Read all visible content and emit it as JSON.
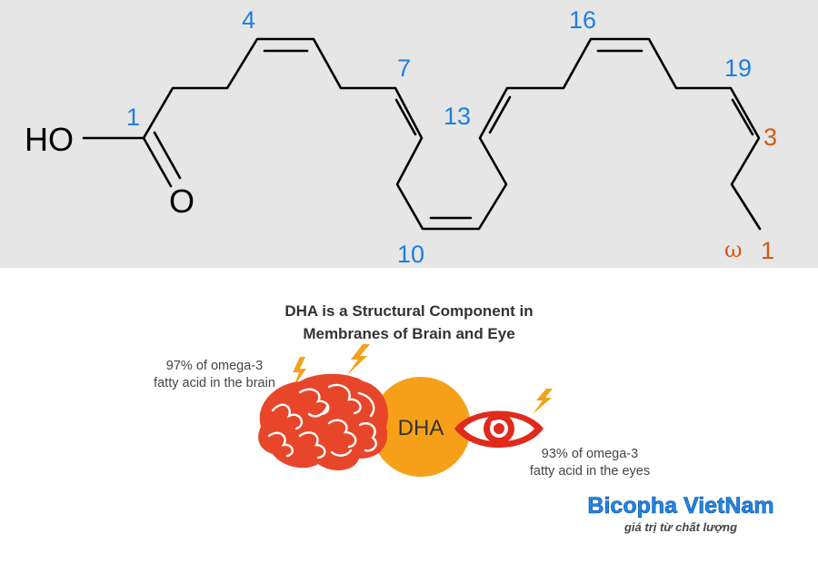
{
  "structure": {
    "atoms": {
      "hydroxyl": "HO",
      "carbonyl_oxygen": "O"
    },
    "carbon_numbers": [
      "1",
      "4",
      "7",
      "10",
      "13",
      "16",
      "19"
    ],
    "omega_numbers": [
      "3",
      "1"
    ],
    "omega_symbol": "ω"
  },
  "infographic": {
    "title_line1": "DHA is a Structural Component in",
    "title_line2": "Membranes of Brain and Eye",
    "brain_caption_line1": "97% of omega-3",
    "brain_caption_line2": "fatty acid in the brain",
    "center_label": "DHA",
    "eye_caption_line1": "93% of omega-3",
    "eye_caption_line2": "fatty acid in the eyes"
  },
  "watermark": {
    "brand": "Bicopha VietNam",
    "tagline": "giá trị từ chất lượng"
  },
  "colors": {
    "panel_background": "#e6e6e6",
    "carbon_number": "#1d7fe0",
    "omega_number": "#d25a10",
    "brain": "#e8462a",
    "dha_circle": "#f6a01a",
    "eye": "#e02a1c",
    "lightning": "#f3a21b",
    "brand": "#1e88e5"
  }
}
